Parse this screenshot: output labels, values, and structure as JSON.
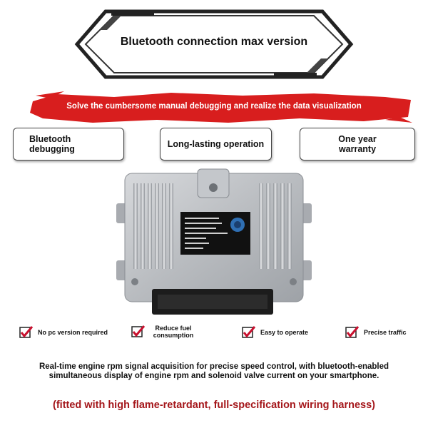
{
  "title": "Bluetooth connection max version",
  "tagline": "Solve the cumbersome manual debugging and realize the data visualization",
  "features": [
    {
      "label": "Bluetooth debugging"
    },
    {
      "label": "Long-lasting operation"
    },
    {
      "label": "One year warranty"
    }
  ],
  "checklist": [
    {
      "label": "No pc version required"
    },
    {
      "label": "Reduce fuel consumption"
    },
    {
      "label": "Easy to operate"
    },
    {
      "label": "Precise traffic"
    }
  ],
  "description": "Real-time engine rpm signal acquisition for precise speed control, with bluetooth-enabled simultaneous display of engine rpm and solenoid valve current on your smartphone.",
  "harness_note": "(fitted with high flame-retardant, full-specification wiring harness)",
  "colors": {
    "banner_red": "#d81e1e",
    "accent_red": "#a4161a",
    "check_red": "#c8102e",
    "frame_dark": "#333333"
  },
  "icons": {
    "checkbox": "checkbox-checked-icon",
    "product": "ecu-controller-image"
  }
}
